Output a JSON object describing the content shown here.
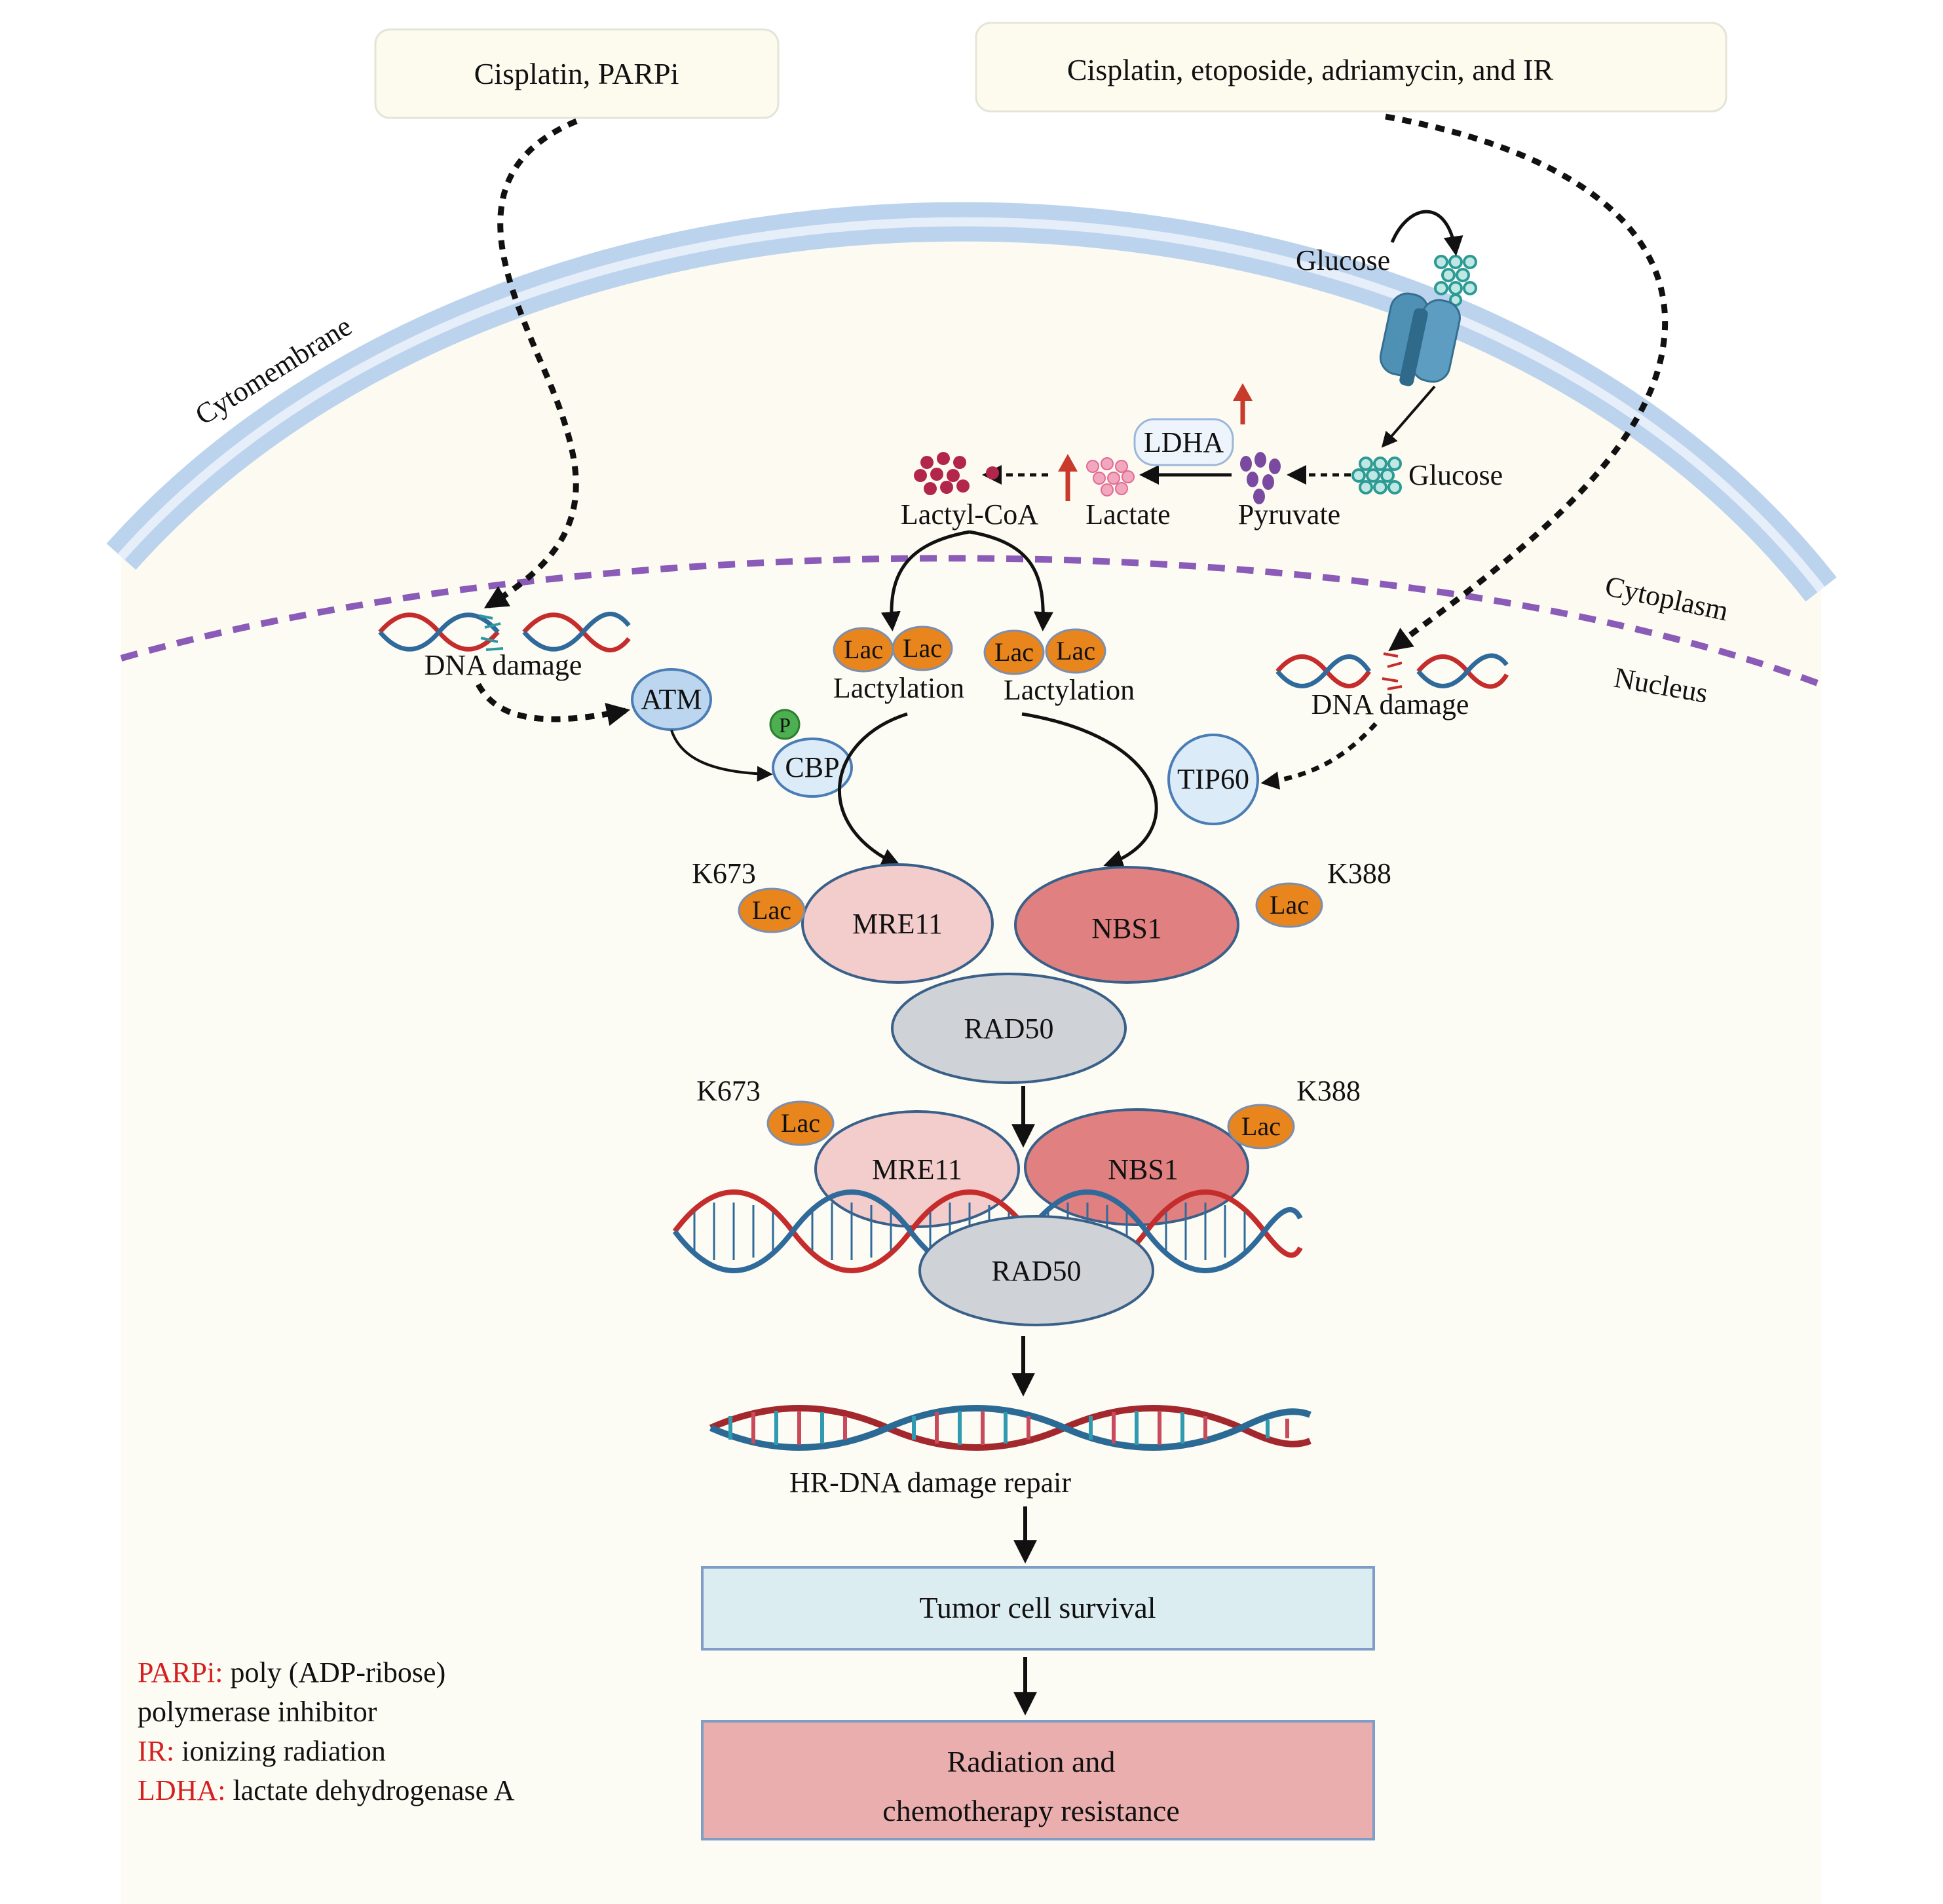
{
  "drugs": {
    "left_box": "Cisplatin, PARPi",
    "right_box": "Cisplatin, etoposide, adriamycin, and IR"
  },
  "compartments": {
    "membrane": "Cytomembrane",
    "cytoplasm": "Cytoplasm",
    "nucleus": "Nucleus"
  },
  "metabolism": {
    "glucose_outside": "Glucose",
    "glucose_inside": "Glucose",
    "pyruvate": "Pyruvate",
    "lactate": "Lactate",
    "lactyl_coa": "Lactyl-CoA",
    "ldha": "LDHA"
  },
  "nuclear": {
    "dna_damage_left": "DNA damage",
    "dna_damage_right": "DNA damage",
    "atm": "ATM",
    "phospho": "P",
    "cbp": "CBP",
    "tip60": "TIP60",
    "lac": "Lac",
    "lactylation_left": "Lactylation",
    "lactylation_right": "Lactylation"
  },
  "complex_top": {
    "mre11": "MRE11",
    "nbs1": "NBS1",
    "rad50": "RAD50",
    "site_left": "K673",
    "site_right": "K388"
  },
  "complex_bottom": {
    "mre11": "MRE11",
    "nbs1": "NBS1",
    "rad50": "RAD50",
    "site_left": "K673",
    "site_right": "K388"
  },
  "outcomes": {
    "repair": "HR-DNA damage repair",
    "survival": "Tumor cell survival",
    "resistance_line1": "Radiation and",
    "resistance_line2": "chemotherapy resistance"
  },
  "legend": [
    {
      "abbr": "PARPi:",
      "text": " poly (ADP-ribose)"
    },
    {
      "abbr": "",
      "text": "polymerase inhibitor"
    },
    {
      "abbr": "IR:",
      "text": " ionizing radiation"
    },
    {
      "abbr": "LDHA:",
      "text": " lactate dehydrogenase A"
    }
  ],
  "colors": {
    "cell_bg": "#fdfbf1",
    "membrane": "#bcd3ee",
    "nuclear_envelope": "#8a5cb8",
    "lac": "#e8851d",
    "mre11": "#f3cccc",
    "nbs1": "#e08080",
    "rad50": "#cfd3d8",
    "survival_box": "#dcedf2",
    "resistance_box": "#eaaeae",
    "legend_abbr": "#d42020"
  }
}
